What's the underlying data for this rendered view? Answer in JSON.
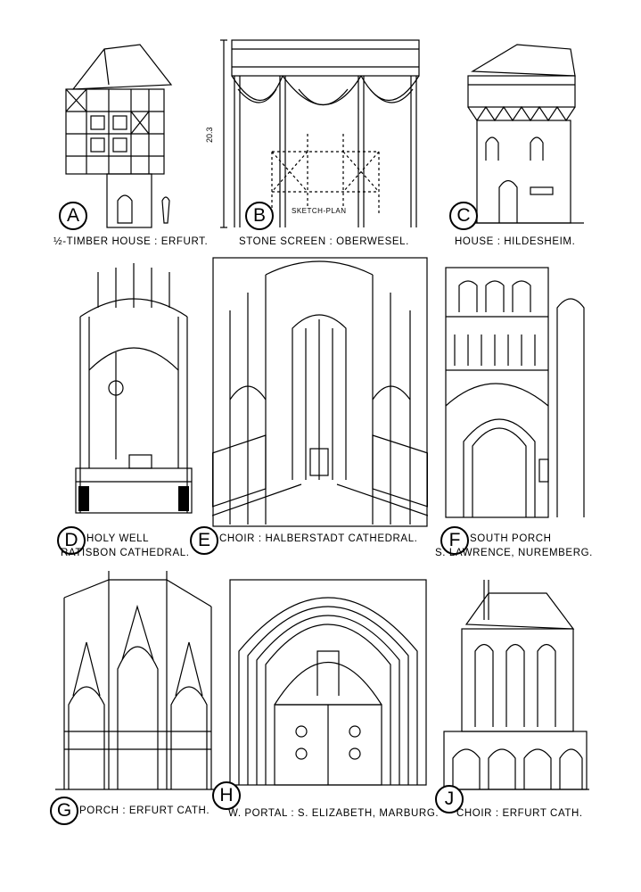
{
  "plates": [
    {
      "letter": "A",
      "caption": "½-TIMBER HOUSE : ERFURT."
    },
    {
      "letter": "B",
      "caption": "STONE SCREEN : OBERWESEL.",
      "sketch_label": "SKETCH-PLAN",
      "dimension": "20.3"
    },
    {
      "letter": "C",
      "caption": "HOUSE : HILDESHEIM."
    },
    {
      "letter": "D",
      "caption": "HOLY WELL",
      "caption2": "RATISBON CATHEDRAL."
    },
    {
      "letter": "E",
      "caption": "CHOIR : HALBERSTADT CATHEDRAL."
    },
    {
      "letter": "F",
      "caption": "SOUTH PORCH",
      "caption2": "S. LAWRENCE, NUREMBERG."
    },
    {
      "letter": "G",
      "caption": "PORCH : ERFURT CATH."
    },
    {
      "letter": "H",
      "caption": "W. PORTAL : S. ELIZABETH, MARBURG."
    },
    {
      "letter": "J",
      "caption": "CHOIR : ERFURT CATH."
    }
  ]
}
